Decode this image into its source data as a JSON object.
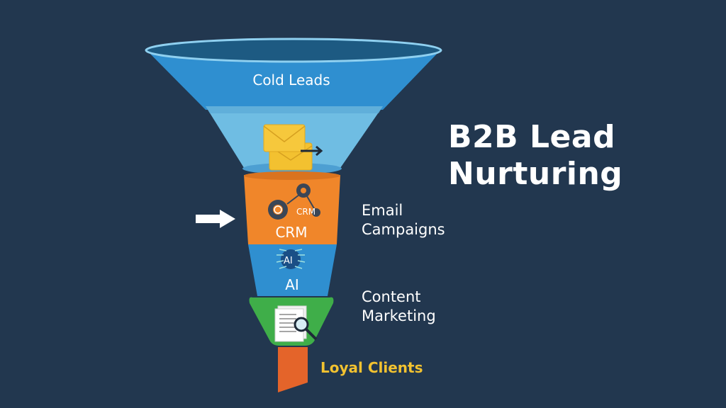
{
  "title": {
    "line1": "B2B Lead",
    "line2": "Nurturing"
  },
  "funnel": {
    "stages": [
      {
        "label": "Cold Leads",
        "color": "#2f8fd0",
        "icon": "envelope-icon"
      },
      {
        "label": "CRM",
        "color": "#f0862a",
        "icon": "gears-crm-icon",
        "icon_text": "CRM"
      },
      {
        "label": "AI",
        "color": "#2f8fd0",
        "icon": "ai-brain-icon",
        "icon_text": "AI"
      },
      {
        "label": "",
        "color": "#3fae49",
        "icon": "document-search-icon"
      },
      {
        "label": "",
        "color": "#e4642a",
        "icon": "none"
      }
    ]
  },
  "side_labels": {
    "email_line1": "Email",
    "email_line2": "Campaigns",
    "content_line1": "Content",
    "content_line2": "Marketing",
    "loyal": "Loyal Clients"
  },
  "colors": {
    "background": "#22374f",
    "accent_yellow": "#f2c230"
  }
}
